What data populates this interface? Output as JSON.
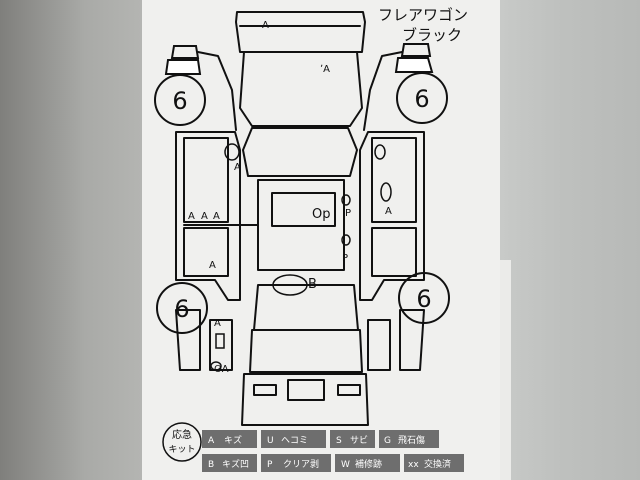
{
  "sheet": {
    "car_name_line1": "フレアワゴン",
    "car_name_line2": "ブラック",
    "tire_condition": "6",
    "stamp": {
      "line1": "応急",
      "line2": "キット"
    }
  },
  "damage_marks": {
    "roof": "A",
    "hood_scratch": "A",
    "windshield_scratch": "ʼA",
    "left_front_door": "A",
    "left_sill_a1": "A",
    "left_sill_a2": "A",
    "left_sill_a3": "A",
    "left_rear_door": "A",
    "right_front_door_p": "P",
    "right_front_door_a": "A",
    "roof_center": "Op",
    "right_pillar_p": "P",
    "rear_window": "B",
    "rear_bumper_left": "A",
    "rear_bumper_left2": "OA"
  },
  "legend": [
    {
      "code": "A",
      "label": "キズ"
    },
    {
      "code": "U",
      "label": "ヘコミ"
    },
    {
      "code": "S",
      "label": "サビ"
    },
    {
      "code": "G",
      "label": "飛石傷"
    },
    {
      "code": "B",
      "label": "キズ凹"
    },
    {
      "code": "P",
      "label": "クリア剥"
    },
    {
      "code": "W",
      "label": "補修跡"
    },
    {
      "code": "xx",
      "label": "交換済"
    }
  ],
  "colors": {
    "legend_bg": "#6e6e6e",
    "ink": "#111111",
    "paper": "#f0f0ee"
  }
}
